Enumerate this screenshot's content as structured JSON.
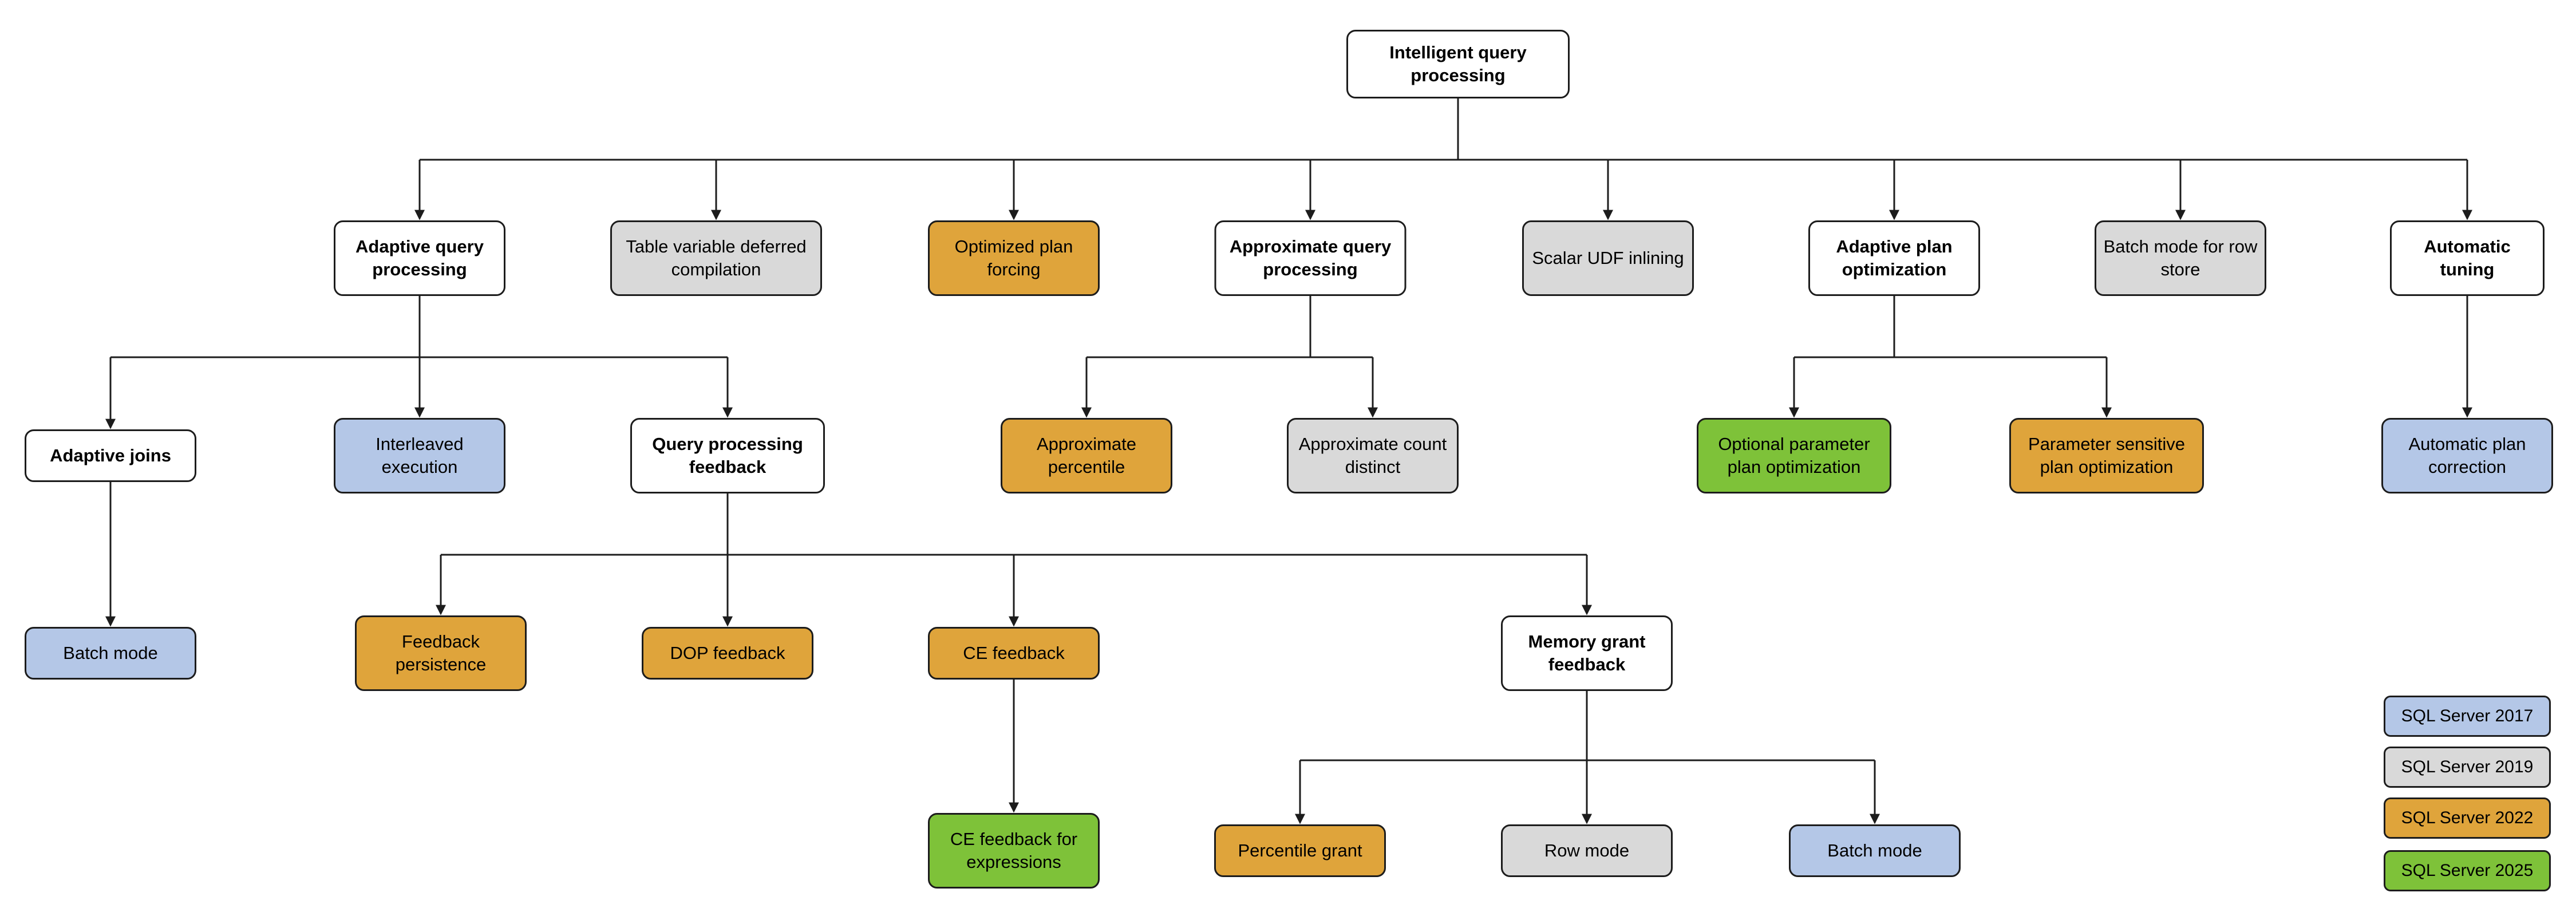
{
  "diagram": {
    "title": "Intelligent query processing",
    "colors": {
      "header": "#ffffff",
      "sql2017": "#b4c7e7",
      "sql2019": "#d9d9d9",
      "sql2022": "#dfa43b",
      "sql2025": "#7ec239"
    },
    "nodes": [
      {
        "id": "intelligent-query-processing",
        "label": "Intelligent query processing",
        "category": "header",
        "parent": null
      },
      {
        "id": "adaptive-query-processing",
        "label": "Adaptive query processing",
        "category": "header",
        "parent": "intelligent-query-processing"
      },
      {
        "id": "table-variable-deferred-compilation",
        "label": "Table variable deferred compilation",
        "category": "sql2019",
        "parent": "intelligent-query-processing"
      },
      {
        "id": "optimized-plan-forcing",
        "label": "Optimized plan forcing",
        "category": "sql2022",
        "parent": "intelligent-query-processing"
      },
      {
        "id": "approximate-query-processing",
        "label": "Approximate query processing",
        "category": "header",
        "parent": "intelligent-query-processing"
      },
      {
        "id": "scalar-udf-inlining",
        "label": "Scalar UDF inlining",
        "category": "sql2019",
        "parent": "intelligent-query-processing"
      },
      {
        "id": "adaptive-plan-optimization",
        "label": "Adaptive plan optimization",
        "category": "header",
        "parent": "intelligent-query-processing"
      },
      {
        "id": "batch-mode-for-row-store",
        "label": "Batch mode for row store",
        "category": "sql2019",
        "parent": "intelligent-query-processing"
      },
      {
        "id": "automatic-tuning",
        "label": "Automatic tuning",
        "category": "header",
        "parent": "intelligent-query-processing"
      },
      {
        "id": "adaptive-joins",
        "label": "Adaptive joins",
        "category": "header",
        "parent": "adaptive-query-processing"
      },
      {
        "id": "interleaved-execution",
        "label": "Interleaved execution",
        "category": "sql2017",
        "parent": "adaptive-query-processing"
      },
      {
        "id": "query-processing-feedback",
        "label": "Query processing feedback",
        "category": "header",
        "parent": "adaptive-query-processing"
      },
      {
        "id": "approximate-percentile",
        "label": "Approximate percentile",
        "category": "sql2022",
        "parent": "approximate-query-processing"
      },
      {
        "id": "approximate-count-distinct",
        "label": "Approximate count distinct",
        "category": "sql2019",
        "parent": "approximate-query-processing"
      },
      {
        "id": "optional-parameter-plan-optimization",
        "label": "Optional parameter plan optimization",
        "category": "sql2025",
        "parent": "adaptive-plan-optimization"
      },
      {
        "id": "parameter-sensitive-plan-optimization",
        "label": "Parameter sensitive plan optimization",
        "category": "sql2022",
        "parent": "adaptive-plan-optimization"
      },
      {
        "id": "automatic-plan-correction",
        "label": "Automatic plan correction",
        "category": "sql2017",
        "parent": "automatic-tuning"
      },
      {
        "id": "batch-mode-adaptive-joins",
        "label": "Batch mode",
        "category": "sql2017",
        "parent": "adaptive-joins"
      },
      {
        "id": "feedback-persistence",
        "label": "Feedback persistence",
        "category": "sql2022",
        "parent": "query-processing-feedback"
      },
      {
        "id": "dop-feedback",
        "label": "DOP feedback",
        "category": "sql2022",
        "parent": "query-processing-feedback"
      },
      {
        "id": "ce-feedback",
        "label": "CE feedback",
        "category": "sql2022",
        "parent": "query-processing-feedback"
      },
      {
        "id": "memory-grant-feedback",
        "label": "Memory grant feedback",
        "category": "header",
        "parent": "query-processing-feedback"
      },
      {
        "id": "ce-feedback-for-expressions",
        "label": "CE feedback for expressions",
        "category": "sql2025",
        "parent": "ce-feedback"
      },
      {
        "id": "percentile-grant",
        "label": "Percentile grant",
        "category": "sql2022",
        "parent": "memory-grant-feedback"
      },
      {
        "id": "row-mode",
        "label": "Row mode",
        "category": "sql2019",
        "parent": "memory-grant-feedback"
      },
      {
        "id": "batch-mode-memory-grant",
        "label": "Batch mode",
        "category": "sql2017",
        "parent": "memory-grant-feedback"
      }
    ],
    "legend": [
      {
        "label": "SQL Server 2017",
        "category": "sql2017"
      },
      {
        "label": "SQL Server 2019",
        "category": "sql2019"
      },
      {
        "label": "SQL Server 2022",
        "category": "sql2022"
      },
      {
        "label": "SQL Server 2025",
        "category": "sql2025"
      }
    ]
  }
}
